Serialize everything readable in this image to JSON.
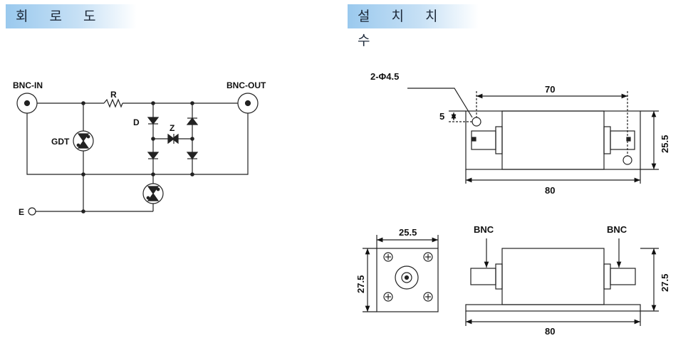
{
  "headers": {
    "circuit": "회 로 도",
    "install": "설 치 치 수"
  },
  "circuit": {
    "bnc_in": "BNC-IN",
    "bnc_out": "BNC-OUT",
    "r": "R",
    "d": "D",
    "z": "Z",
    "gdt": "GDT",
    "e": "E"
  },
  "dimensions": {
    "hole": "2-Φ4.5",
    "hole_offset": "5",
    "hole_pitch": "70",
    "top_height": "25.5",
    "top_length": "80",
    "end_width": "25.5",
    "end_height": "27.5",
    "side_bnc_left": "BNC",
    "side_bnc_right": "BNC",
    "side_height": "27.5",
    "side_length": "80"
  }
}
